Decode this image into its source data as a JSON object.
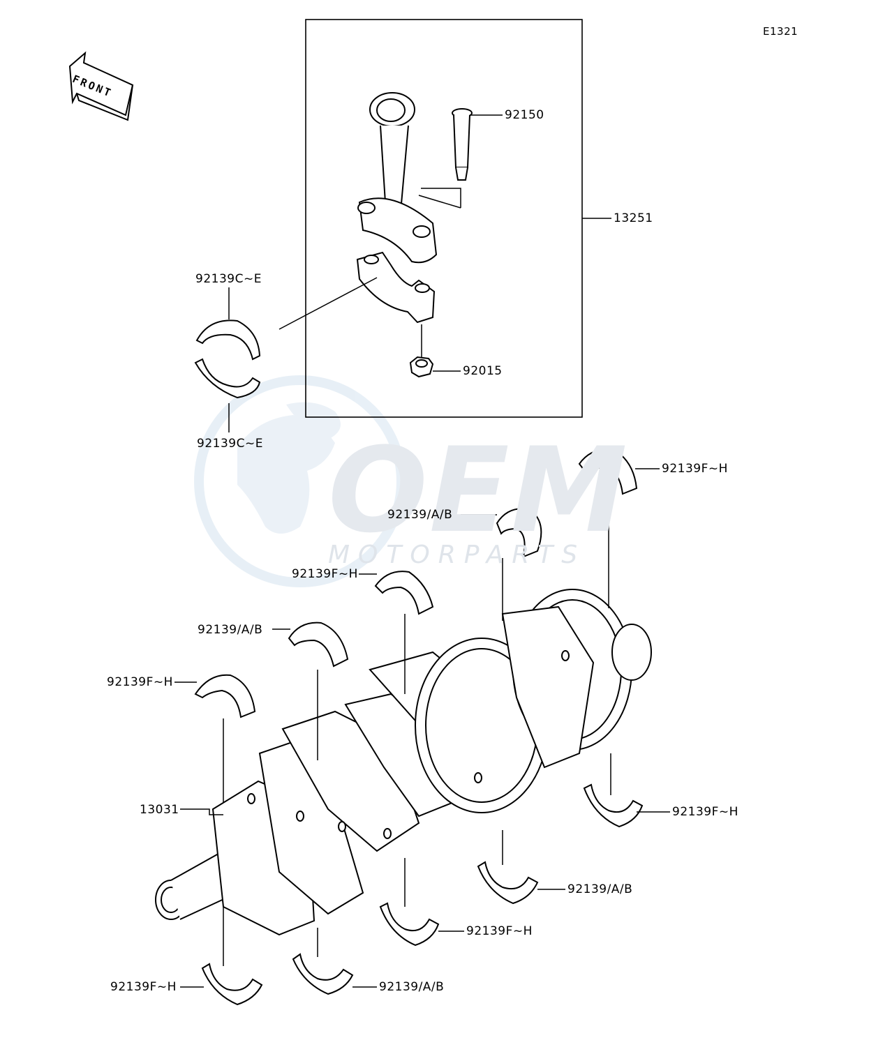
{
  "diagram_code": "E1321",
  "front_arrow_label": "FRONT",
  "watermark": {
    "brand": "OEM",
    "sub": "MOTORPARTS"
  },
  "labels": {
    "bolt": "92150",
    "conrod_assy": "13251",
    "nut": "92015",
    "conrod_bearing_upper": "92139C~E",
    "conrod_bearing_lower": "92139C~E",
    "main_upper_1": "92139F~H",
    "main_upper_2": "92139/A/B",
    "main_upper_3": "92139F~H",
    "main_upper_4": "92139/A/B",
    "main_upper_5": "92139F~H",
    "crankshaft": "13031",
    "main_lower_1": "92139F~H",
    "main_lower_2": "92139/A/B",
    "main_lower_3": "92139F~H",
    "main_lower_4": "92139/A/B",
    "main_lower_5": "92139F~H"
  },
  "colors": {
    "line": "#000000",
    "watermark": "#e3e8ee",
    "watermark_globe": "#dfe8f2"
  }
}
